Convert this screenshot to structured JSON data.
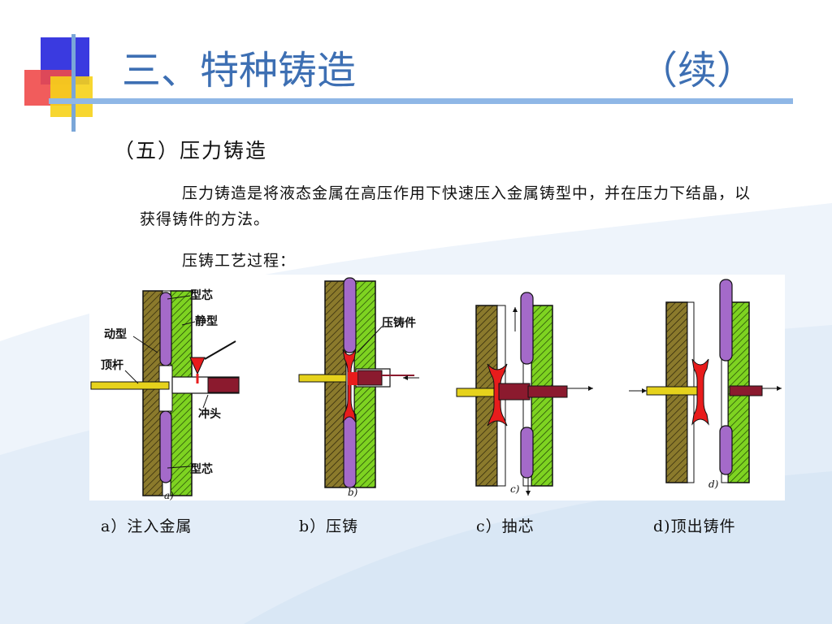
{
  "title": "三、特种铸造",
  "title_suffix": "（续）",
  "subtitle": "（五）压力铸造",
  "paragraph": "压力铸造是将液态金属在高压作用下快速压入金属铸型中，并在压力下结晶，以获得铸件的方法。",
  "process_label": "压铸工艺过程：",
  "diagram": {
    "a": {
      "core_top": "型芯",
      "fixed_die": "静型",
      "moving_die": "动型",
      "ejector": "顶杆",
      "plunger": "冲头",
      "core_bottom": "型芯",
      "sub": "a)"
    },
    "b": {
      "casting": "压铸件",
      "sub": "b)"
    },
    "c": {
      "sub": "c)"
    },
    "d": {
      "sub": "d)"
    }
  },
  "captions": [
    "a）注入金属",
    "b）压铸",
    "c）抽芯",
    "d)顶出铸件"
  ],
  "colors": {
    "title": "#3d6fb3",
    "rule": "#8fb7e6",
    "moving_die": "#8b7a2c",
    "fixed_die": "#7ed321",
    "core": "#9b59b6",
    "metal": "#e81c1c",
    "ejector": "#e6d21c",
    "plunger": "#8b1a2e"
  }
}
